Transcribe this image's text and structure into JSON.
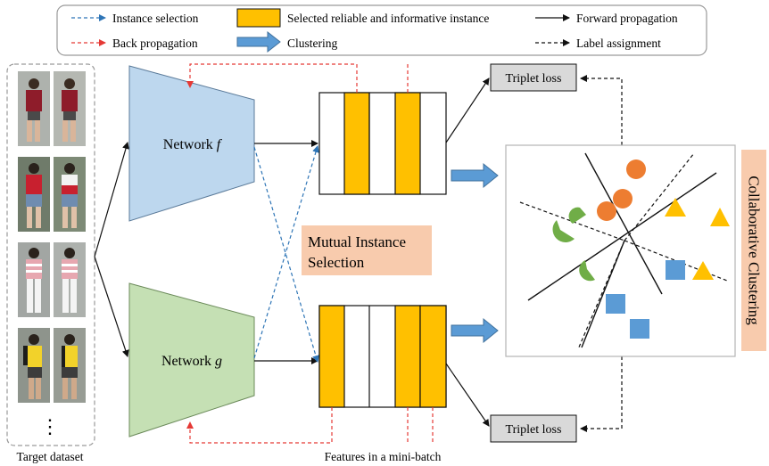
{
  "legend": {
    "instance_selection": "Instance selection",
    "back_propagation": "Back propagation",
    "selected_instance": "Selected reliable and informative instance",
    "clustering": "Clustering",
    "forward_propagation": "Forward propagation",
    "label_assignment": "Label assignment"
  },
  "network_f": {
    "prefix": "Network ",
    "var": "f"
  },
  "network_g": {
    "prefix": "Network ",
    "var": "g"
  },
  "mutual_selection": {
    "line1": "Mutual Instance",
    "line2": "Selection"
  },
  "triplet_loss_top": "Triplet loss",
  "triplet_loss_bottom": "Triplet loss",
  "collaborative_clustering": "Collaborative Clustering",
  "target_dataset": "Target dataset",
  "features_caption": "Features in a mini-batch",
  "ellipsis": "⋮",
  "colors": {
    "orange": "#FFC000",
    "net_f": "#BDD7EE",
    "net_g": "#C5E0B4",
    "salmon": "#F8CBAD",
    "arrow_blue": "#5B9BD5",
    "red": "#E53935",
    "blue_dash": "#2E75B6",
    "circle": "#ED7D31",
    "square": "#5B9BD5",
    "triangle": "#FFC000",
    "semicircle": "#70AD47",
    "triplet_box": "#D9D9D9"
  }
}
